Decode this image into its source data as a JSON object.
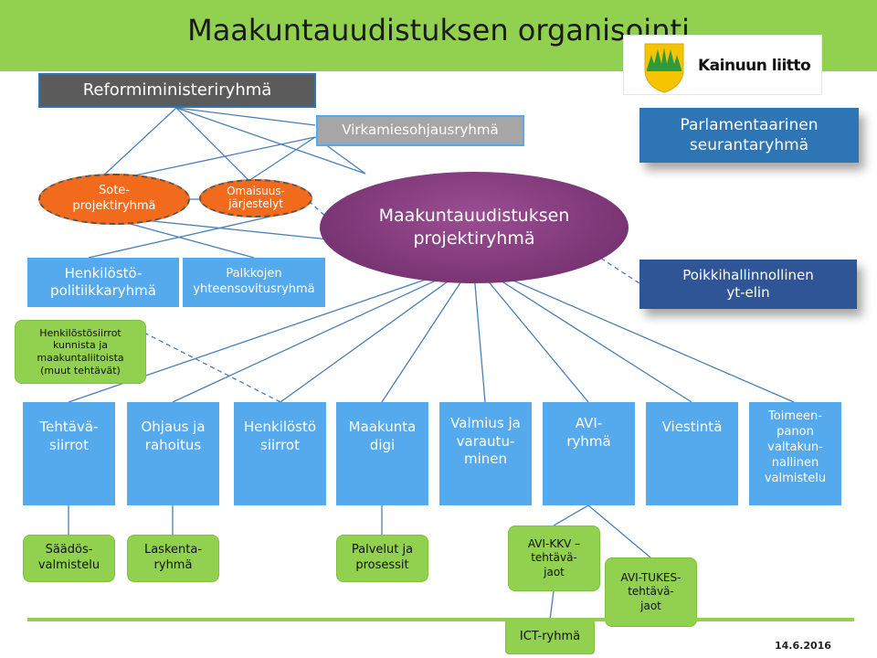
{
  "title": "Maakuntauudistuksen organisointi",
  "logo": {
    "text": "Kainuun liitto"
  },
  "date": "14.6.2016",
  "colors": {
    "band": "#92d050",
    "blue_box": "#55aaee",
    "dark_blue": "#2e75b6",
    "navy": "#2f5597",
    "gray_box": "#a6a6a6",
    "dark_gray_box": "#5b5b5b",
    "orange": "#f26b1d",
    "purple": "#7a3575",
    "green_box": "#92d050",
    "line": "#4a7fb5"
  },
  "nodes": {
    "reformi": "Reformiministeriryhmä",
    "virkamies": "Virkamiesohjausryhmä",
    "parlamentaarinen": "Parlamentaarinen\nseurantaryhmä",
    "sote": "Sote-\nprojektiryhmä",
    "omaisuus": "Omaisuus-\njärjestelyt",
    "projekti": "Maakuntauudistuksen\nprojektiryhmä",
    "henkilostopolitiikka": "Henkilöstö-\npolitiikkaryhmä",
    "palkkojen": "Palkkojen\nyhteensovitusryhmä",
    "poikki": "Poikkihallinnollinen\nyt-elin",
    "henkilostosiirrot": "Henkilöstösiirrot\nkunnista ja\nmaakuntaliitoista\n(muut tehtävät)",
    "workgroups": [
      "Tehtävä-\nsiirrot",
      "Ohjaus ja\nrahoitus",
      "Henkilöstö\nsiirrot",
      "Maakunta\ndigi",
      "Valmius ja\nvarautu-\nminen",
      "AVI-\nryhmä",
      "Viestintä",
      "Toimeen-\npanon\nvaltakun-\nnallinen\nvalmistelu"
    ],
    "saados": "Säädös-\nvalmistelu",
    "laskenta": "Laskenta-\nryhmä",
    "palvelut": "Palvelut ja\nprosessit",
    "avikkv": "AVI-KKV –\ntehtävä-\njaot",
    "avitukes": "AVI-TUKES-\ntehtävä-\njaot",
    "ict": "ICT-ryhmä"
  }
}
